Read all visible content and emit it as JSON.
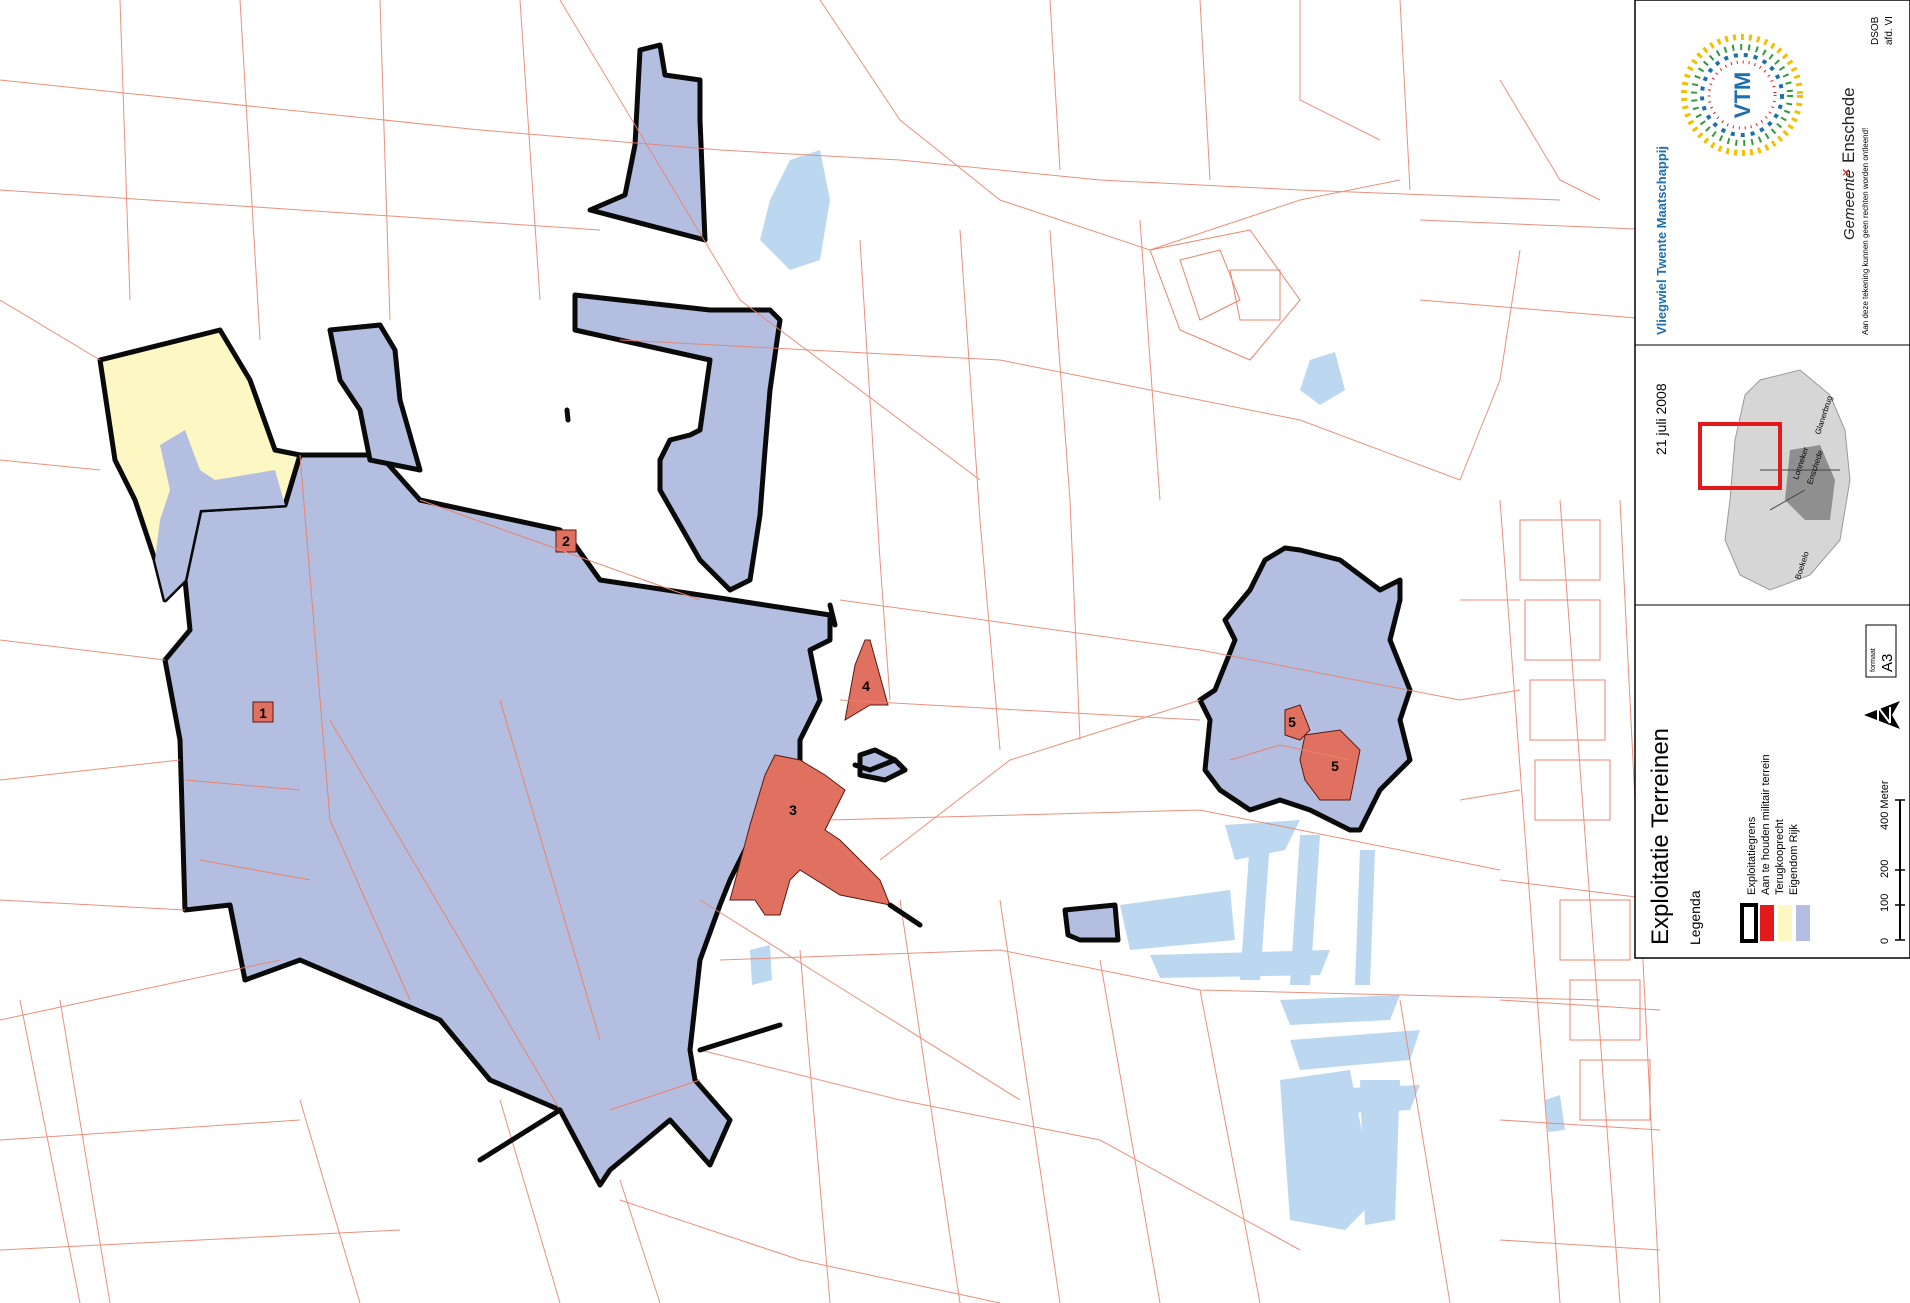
{
  "title_block": {
    "company": "Vliegwiel Twente Maatschappij",
    "logo_text": "VTM",
    "municipality": "Enschede",
    "municipality_prefix": "Gemeente",
    "department_line1": "DSOB",
    "department_line2": "afd. VI",
    "disclaimer": "Aan deze tekening kunnen geen rechten worden ontleend!",
    "date": "21 juli 2008",
    "map_title": "Exploitatie Terreinen",
    "format_label": "formaat",
    "format_value": "A3"
  },
  "locator": {
    "places": [
      "Lonneker",
      "Glanerbrug",
      "Enschede",
      "Boekelo"
    ]
  },
  "legend": {
    "heading": "Legenda",
    "items": [
      {
        "label": "Exploitatiegrens",
        "color": "#000000"
      },
      {
        "label": "Aan te houden militair terrein",
        "color": "#e31a1c"
      },
      {
        "label": "Terugkooprecht",
        "color": "#fdf7c3"
      },
      {
        "label": "Eigendom Rijk",
        "color": "#b4bee0"
      }
    ]
  },
  "scalebar": {
    "ticks": [
      "0",
      "100",
      "200",
      "400 Meter"
    ]
  },
  "map_labels": {
    "area_1": "1",
    "area_2": "2",
    "area_3": "3",
    "area_4": "4",
    "area_5a": "5",
    "area_5b": "5"
  },
  "colors": {
    "rijk": "#b4bee0",
    "military": "#e0705f",
    "terugkoop": "#fdf7c3",
    "water": "#bcd7f0",
    "cadastre": "#e9846e",
    "accent_blue": "#1e6fb0",
    "accent_red": "#e31a1c"
  }
}
